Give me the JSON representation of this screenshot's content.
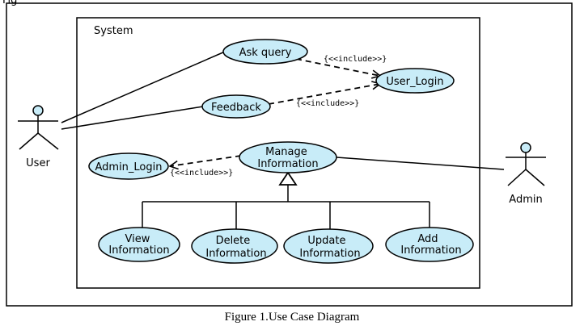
{
  "frame_top_label": "Fig",
  "system": {
    "label": "System"
  },
  "actors": {
    "user": "User",
    "admin": "Admin"
  },
  "use_cases": {
    "ask_query": [
      "Ask query"
    ],
    "user_login": [
      "User_Login"
    ],
    "feedback": [
      "Feedback"
    ],
    "admin_login": [
      "Admin_Login"
    ],
    "manage_information": [
      "Manage",
      "Information"
    ],
    "view_information": [
      "View",
      "Information"
    ],
    "delete_information": [
      "Delete",
      "Information"
    ],
    "update_information": [
      "Update",
      "Information"
    ],
    "add_information": [
      "Add",
      "Information"
    ]
  },
  "include_label": "{<<include>>}",
  "caption": "Figure 1.Use Case Diagram"
}
